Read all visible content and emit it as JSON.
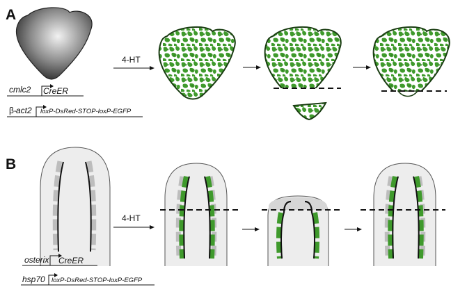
{
  "panel_a": {
    "letter": "A",
    "treatment": "4-HT",
    "gene1": {
      "name": "cmlc2",
      "construct": "CreER"
    },
    "gene2": {
      "prefix": "β-",
      "name": "act2",
      "construct": "loxP-DsRed-STOP-loxP-EGFP"
    }
  },
  "panel_b": {
    "letter": "B",
    "treatment": "4-HT",
    "gene1": {
      "name": "osterix",
      "construct": "CreER"
    },
    "gene2": {
      "name": "hsp70",
      "construct": "loxP-DsRed-STOP-loxP-EGFP"
    }
  },
  "colors": {
    "green": "#3f9a2c",
    "heart_dark": "#4a4a4a",
    "fin_fill": "#ededed",
    "fin_regen": "#d6d6d6",
    "ray_gray": "#bdbdbd"
  }
}
